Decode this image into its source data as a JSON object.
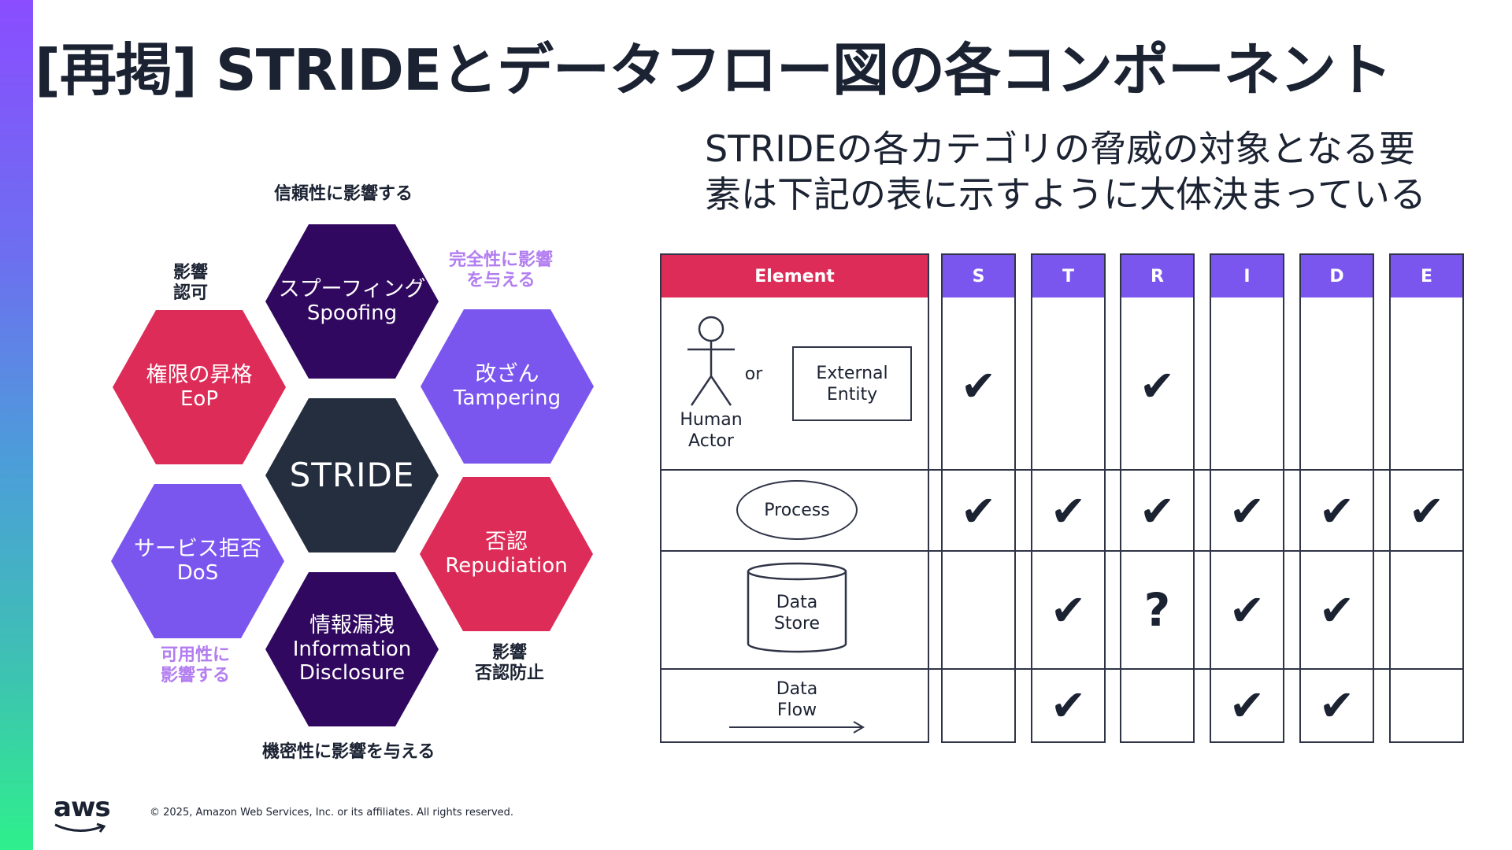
{
  "slide": {
    "title": "[再掲] STRIDEとデータフロー図の各コンポーネント",
    "subtitle_line1": "STRIDEの各カテゴリの脅威の対象となる要",
    "subtitle_line2": "素は下記の表に示すように大体決まっている",
    "copyright": "© 2025, Amazon Web Services, Inc. or its affiliates. All rights reserved.",
    "logo": "aws"
  },
  "hexagons": {
    "center": {
      "jp": "STRIDE",
      "color": "#242e3f"
    },
    "spoofing": {
      "jp": "スプーフィング",
      "en": "Spoofing",
      "color": "#30085f"
    },
    "tampering": {
      "jp": "改ざん",
      "en": "Tampering",
      "color": "#7b56ee"
    },
    "repudiation": {
      "jp": "否認",
      "en": "Repudiation",
      "color": "#dd2c57"
    },
    "disclosure": {
      "jp": "情報漏洩",
      "en1": "Information",
      "en2": "Disclosure",
      "color": "#30085f"
    },
    "dos": {
      "jp": "サービス拒否",
      "en": "DoS",
      "color": "#7b56ee"
    },
    "eop": {
      "jp": "権限の昇格",
      "en": "EoP",
      "color": "#dd2c57"
    }
  },
  "hex_labels": {
    "top": "信頼性に影響する",
    "top_right_1": "完全性に影響",
    "top_right_2": "を与える",
    "top_left_1": "影響",
    "top_left_2": "認可",
    "bottom_right_1": "影響",
    "bottom_right_2": "否認防止",
    "bottom_left_1": "可用性に",
    "bottom_left_2": "影響する",
    "bottom": "機密性に影響を与える"
  },
  "table": {
    "header_element": "Element",
    "categories": [
      "S",
      "T",
      "R",
      "I",
      "D",
      "E"
    ],
    "rows": {
      "entity": {
        "human_1": "Human",
        "human_2": "Actor",
        "or": "or",
        "external_1": "External",
        "external_2": "Entity",
        "marks": [
          "✔",
          "",
          "✔",
          "",
          "",
          ""
        ]
      },
      "process": {
        "label": "Process",
        "marks": [
          "✔",
          "✔",
          "✔",
          "✔",
          "✔",
          "✔"
        ]
      },
      "store": {
        "label_1": "Data",
        "label_2": "Store",
        "marks": [
          "",
          "✔",
          "?",
          "✔",
          "✔",
          ""
        ]
      },
      "flow": {
        "label_1": "Data",
        "label_2": "Flow",
        "marks": [
          "",
          "✔",
          "",
          "✔",
          "✔",
          ""
        ]
      }
    }
  }
}
